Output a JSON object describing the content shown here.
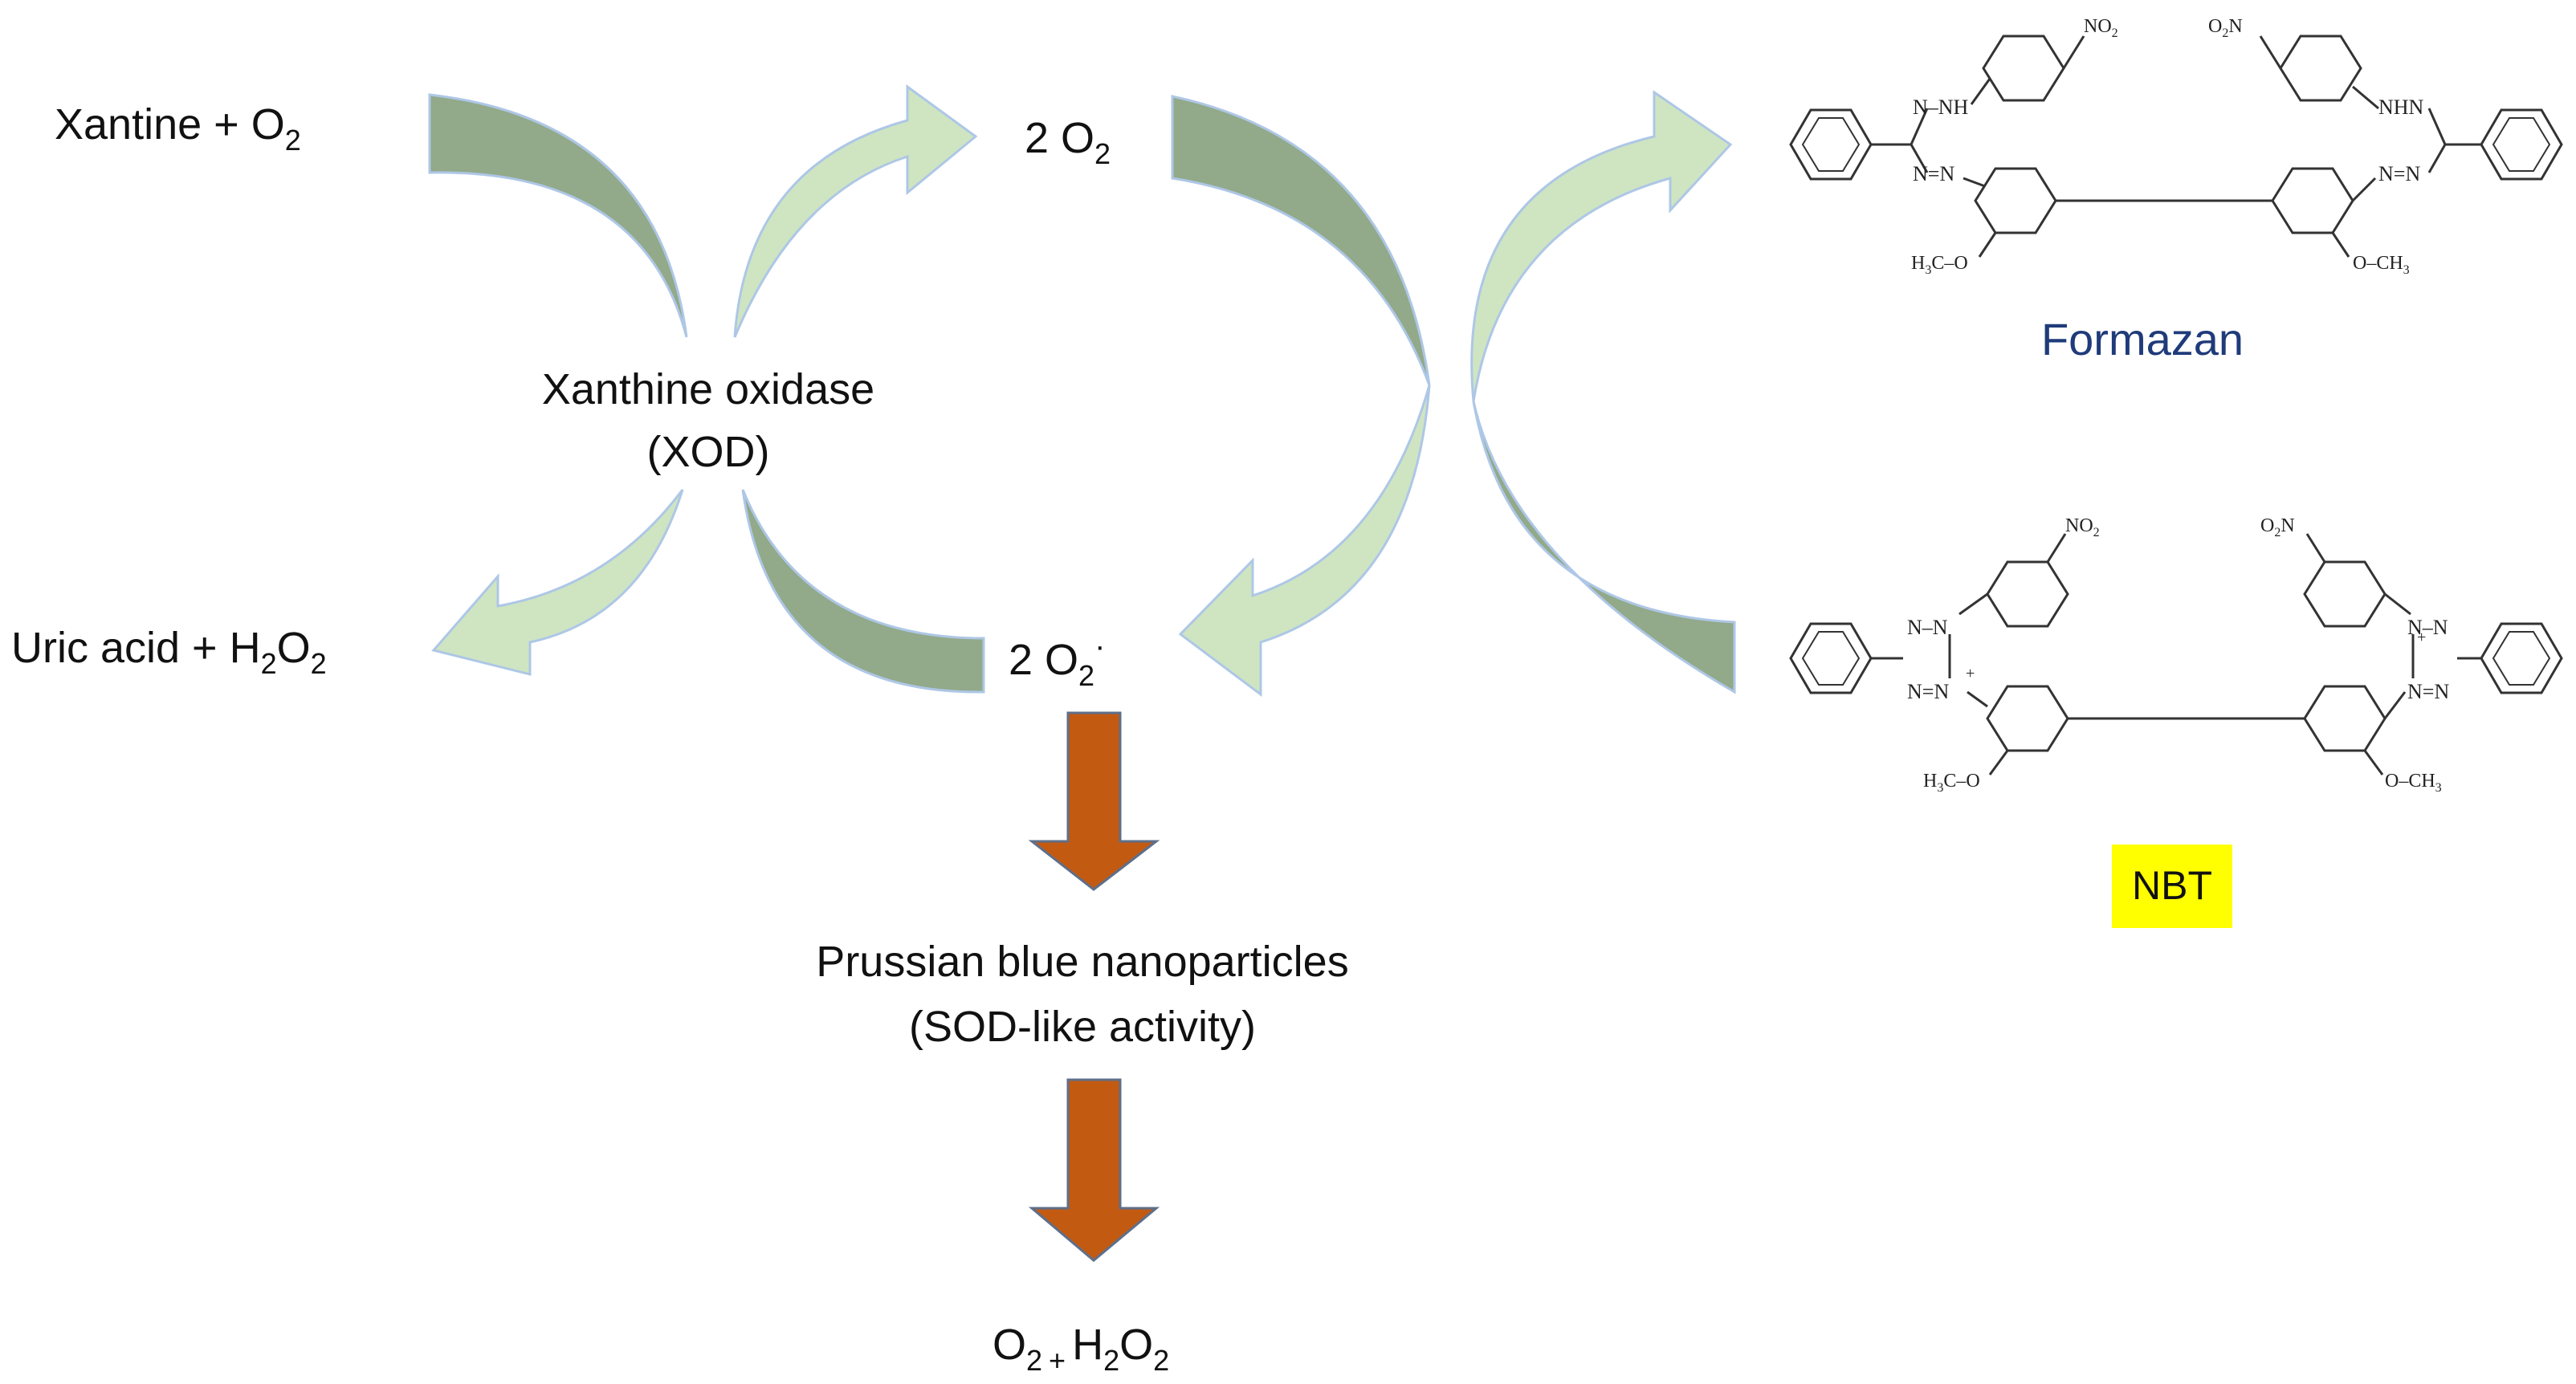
{
  "reactants": {
    "text": "Xantine + O",
    "sub": "2"
  },
  "products": {
    "t1": "Uric acid + H",
    "s1": "2",
    "t2": "O",
    "s2": "2"
  },
  "oxygen_top": {
    "text": "2 O",
    "sub": "2"
  },
  "superoxide": {
    "text": "2 O",
    "sub": "2",
    "sup": "·"
  },
  "enzyme": {
    "line1": "Xanthine oxidase",
    "line2": "(XOD)"
  },
  "nanoparticles": {
    "line1": "Prussian blue nanoparticles",
    "line2": "(SOD-like activity)"
  },
  "final_products": {
    "t1": "O",
    "s1": "2",
    "plus": "+",
    "t2": "H",
    "s2": "2",
    "t3": "O",
    "s3": "2"
  },
  "formazan": {
    "label": "Formazan"
  },
  "nbt": {
    "label": "NBT"
  },
  "structure_labels": {
    "nitro": "NO",
    "nitro_sub": "2",
    "onitro": "O",
    "onitro_sub": "2",
    "onitro_n": "N",
    "methoxy_left": "H",
    "methoxy_left_sub": "3",
    "methoxy_left_rest": "C–O",
    "methoxy_right": "O–CH",
    "methoxy_right_sub": "3",
    "fz_nh_left": "N–NH",
    "fz_nn_left": "N=N",
    "fz_nh_right": "NHN",
    "fz_nn_right": "N=N",
    "tz_nn": "N–N",
    "tz_n": "N",
    "tz_plus": "+",
    "tz_nn2": "N=N",
    "tz_n_right": "N–N",
    "tz_nn2_right": "N=N"
  },
  "colors": {
    "dark_green": "#92a98a",
    "light_green": "#cfe5c2",
    "arrow_edge": "#aec7e6",
    "orange": "#c35a12",
    "orange_edge": "#5e6f8a",
    "highlight": "#ffff00",
    "formazan_text": "#1f3b7a"
  }
}
